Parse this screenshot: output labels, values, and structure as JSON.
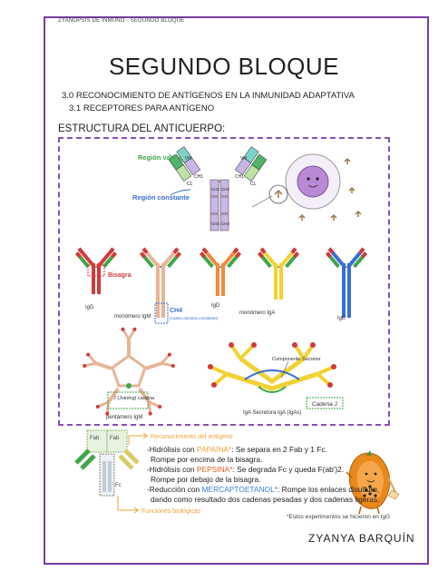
{
  "header": {
    "running_title": "ZYANOPSIS DE INMUNO - SEGUNDO BLOQUE"
  },
  "title": "SEGUNDO BLOQUE",
  "subtitle_1": "3.0 RECONOCIMIENTO DE ANTÍGENOS EN LA INMUNIDAD ADAPTATIVA",
  "subtitle_2": "3.1 RECEPTORES PARA ANTÍGENO",
  "section_title": "ESTRUCTURA DEL ANTICUERPO:",
  "diagram_labels": {
    "region_variable": "Región variable",
    "region_constante": "Región constante",
    "vh": "VH",
    "vl": "VL",
    "ch1": "CH1",
    "cl": "CL",
    "ch2": "CH2",
    "ch3": "CH3",
    "bisagra": "Bisagra",
    "ch4": "CH4",
    "ch4_note": "(cuarto dominio constante)",
    "igg": "IgG",
    "igm_monomer": "monómero IgM",
    "igd": "IgD",
    "iga_monomer": "monómero IgA",
    "ige": "IgE",
    "j_chain": "J (Joining) cadena",
    "pentamer": "pentámero IgM",
    "secretory_component": "Componente Secretor",
    "cadena_j": "Cadena J",
    "secretory_iga": "IgA Secretora IgA (IgAs)"
  },
  "colors": {
    "heavy_red": "#d23a3a",
    "light_green": "#3fa64a",
    "igm_tan": "#e8b497",
    "igd_orange": "#f08a3c",
    "iga_yellow": "#f2d232",
    "ige_blue": "#3a6fd2",
    "accent_purple": "#8a4fb0",
    "label_orange": "#f0a23a",
    "papaina": "#f0a23a",
    "pepsina": "#e06020",
    "mercapto": "#3a7fd2"
  },
  "bottom": {
    "fab1": "Fab",
    "fab2": "Fab",
    "fc": "Fc",
    "recognition": "Reconocimiento del antígeno",
    "functions": "Funciones biológicas",
    "papaina": {
      "pre": "-Hidrólisis con ",
      "key": "PAPAÍNA*",
      "post": ": Se separa en 2 Fab y 1 Fc."
    },
    "papaina_2": "Rompe por encima de la bisagra.",
    "pepsina": {
      "pre": "-Hidrólisis con ",
      "key": "PEPSINA*",
      "post": ": Se degrada Fc y queda F(ab')2."
    },
    "pepsina_2": "Rompe por debajo de la bisagra.",
    "mercapto": {
      "pre": "-Reducción con ",
      "key": "MERCAPTOETANOL*",
      "post": ": Rompe los enlaces disulfuro,"
    },
    "mercapto_2": "dando como resultado dos cadenas pesadas y dos cadenas ligeras.",
    "footnote": "*Estos experimentos se hicieron en IgG"
  },
  "author": "ZYANYA BARQUÍN"
}
